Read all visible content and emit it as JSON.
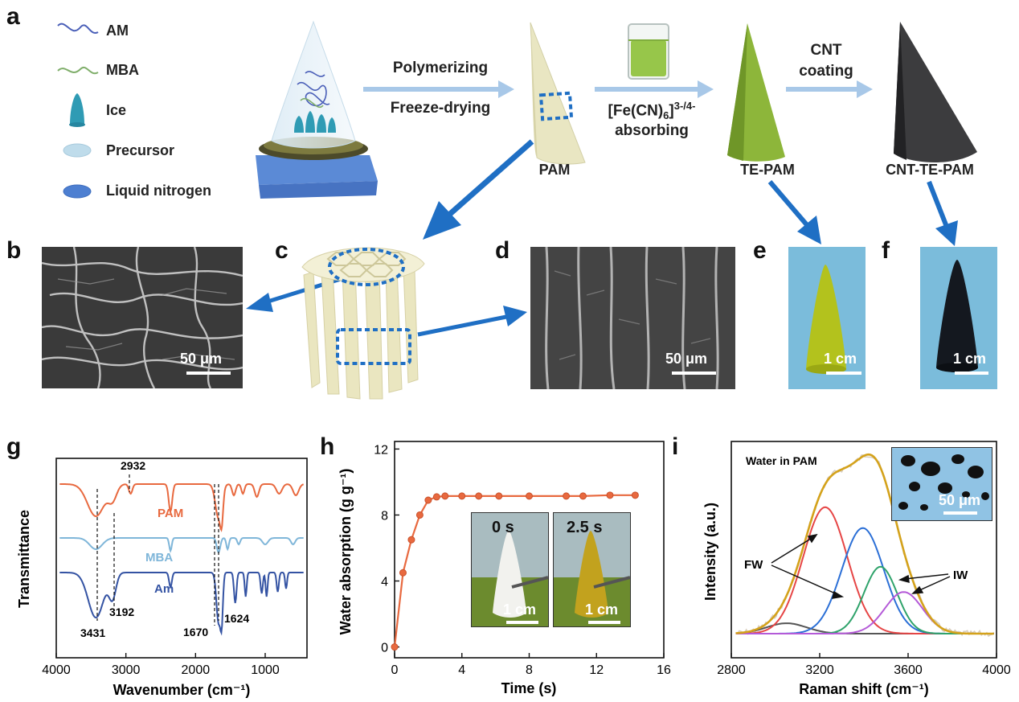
{
  "panel_labels": {
    "a": "a",
    "b": "b",
    "c": "c",
    "d": "d",
    "e": "e",
    "f": "f",
    "g": "g",
    "h": "h",
    "i": "i"
  },
  "legend": [
    {
      "label": "AM",
      "icon": "wavy-line-blue-icon"
    },
    {
      "label": "MBA",
      "icon": "wavy-line-green-icon"
    },
    {
      "label": "Ice",
      "icon": "ice-spike-icon"
    },
    {
      "label": "Precursor",
      "icon": "precursor-disc-icon"
    },
    {
      "label": "Liquid nitrogen",
      "icon": "liquid-nitrogen-disc-icon"
    }
  ],
  "steps": {
    "step1_top": "Polymerizing",
    "step1_bottom": "Freeze-drying",
    "step2_top": "[Fe(CN)",
    "step2_sub": "6",
    "step2_sup": "3-/4-",
    "step2_bottom": "absorbing",
    "step3_top": "CNT",
    "step3_bottom": "coating"
  },
  "cones": {
    "pam": "PAM",
    "te_pam": "TE-PAM",
    "cnt_te_pam": "CNT-TE-PAM"
  },
  "scalebars": {
    "b": "50 μm",
    "d": "50 μm",
    "e": "1 cm",
    "f": "1 cm"
  },
  "colors": {
    "arrow": "#1f6fc4",
    "light_arrow": "#a8c8e8",
    "pam": "#e8693f",
    "mba": "#7fb6d9",
    "am": "#3453a3",
    "raman_fit": "#d4a21b"
  },
  "chart_data": [
    {
      "type": "line",
      "title": "",
      "xlabel": "Wavenumber (cm⁻¹)",
      "ylabel": "Transmittance",
      "xlim": [
        4000,
        400
      ],
      "xticks": [
        "4000",
        "3000",
        "2000",
        "1000"
      ],
      "series": [
        {
          "name": "PAM"
        },
        {
          "name": "MBA"
        },
        {
          "name": "Am"
        }
      ],
      "annotations": [
        "2932",
        "3431",
        "3192",
        "1670",
        "1624"
      ]
    },
    {
      "type": "line",
      "title": "",
      "xlabel": "Time (s)",
      "ylabel": "Water absorption (g g⁻¹)",
      "xlim": [
        0,
        16
      ],
      "ylim": [
        0,
        12
      ],
      "xticks": [
        "0",
        "4",
        "8",
        "12",
        "16"
      ],
      "yticks": [
        "0",
        "4",
        "8",
        "12"
      ],
      "x": [
        0,
        0.5,
        1.0,
        1.5,
        2.0,
        2.5,
        3.0,
        4.0,
        5.0,
        6.2,
        8.0,
        10.2,
        11.2,
        12.8,
        14.3
      ],
      "y": [
        0,
        4.5,
        6.5,
        8.0,
        8.9,
        9.1,
        9.15,
        9.15,
        9.15,
        9.15,
        9.15,
        9.15,
        9.15,
        9.2,
        9.2
      ],
      "insets": [
        {
          "label": "0 s",
          "scale": "1 cm"
        },
        {
          "label": "2.5 s",
          "scale": "1 cm"
        }
      ]
    },
    {
      "type": "line",
      "title": "",
      "xlabel": "Raman shift (cm⁻¹)",
      "ylabel": "Intensity (a.u.)",
      "xlim": [
        2800,
        4000
      ],
      "xticks": [
        "2800",
        "3200",
        "3600",
        "4000"
      ],
      "series": [
        {
          "name": "",
          "center": 3050,
          "amplitude": 0.07,
          "width": 90
        },
        {
          "name": "",
          "center": 3225,
          "amplitude": 0.85,
          "width": 100
        },
        {
          "name": "",
          "center": 3395,
          "amplitude": 0.71,
          "width": 95
        },
        {
          "name": "",
          "center": 3475,
          "amplitude": 0.45,
          "width": 75
        },
        {
          "name": "",
          "center": 3580,
          "amplitude": 0.28,
          "width": 85
        }
      ],
      "annotations": [
        "Water in PAM",
        "FW",
        "IW"
      ],
      "inset_scale": "50 μm"
    }
  ]
}
